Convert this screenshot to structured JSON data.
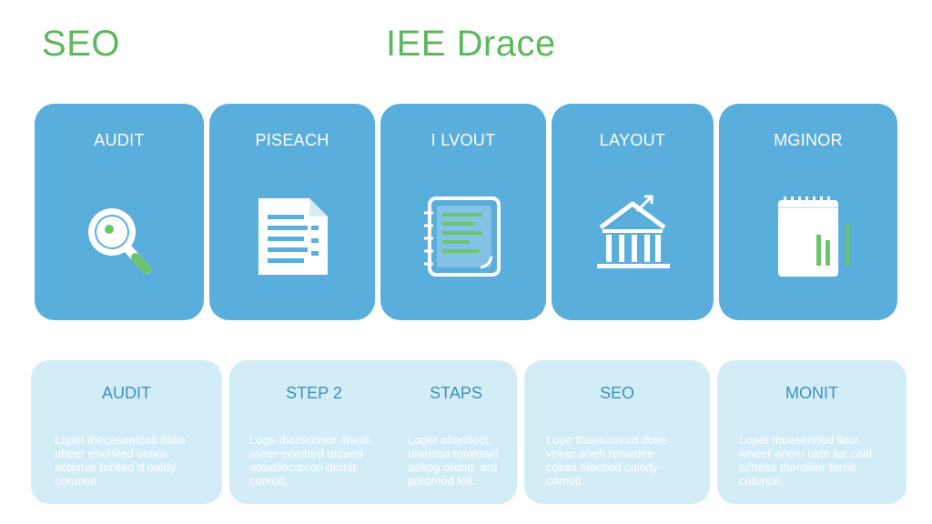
{
  "header": {
    "left_title": "SEO",
    "center_title": "IEE Drace"
  },
  "steps": [
    {
      "label": "AUDIT",
      "icon": "magnifier-icon"
    },
    {
      "label": "PISEACH",
      "icon": "document-list-icon"
    },
    {
      "label": "I LVOUT",
      "icon": "notebook-icon"
    },
    {
      "label": "LAYOUT",
      "icon": "building-chart-icon"
    },
    {
      "label": "MGINOR",
      "icon": "notepad-bars-icon"
    }
  ],
  "cards": [
    {
      "title": "AUDIT",
      "text": "Lopet theceseetcait itake\nuheer enehited veara\nacterive tecited d oaldy\ncorunoit."
    },
    {
      "title": "STEP 2",
      "text": "Loge thcesomior dnedt,\nwieer eetubed urcaed\naetasfocatcon dernit\ncomotl."
    },
    {
      "title": "STAPS",
      "text": "Loget afientiect,\nunesten toraloaid\naekog orend. ard\npotomod folt."
    },
    {
      "title": "SEO",
      "text": "Lope thoesomord doke\nvneer aneh renwdee\ncoltes steclted caisdy\ncomotl."
    },
    {
      "title": "MONIT",
      "text": "Lopet thoesenried ilect,\nwneer anem ustn fer caid\nachess theroliter ternit\ncotunoit."
    }
  ],
  "colors": {
    "title_green": "#5cb85c",
    "step_blue": "#5aaedc",
    "card_light": "#d3edf7",
    "card_title_blue": "#3c8fc4",
    "icon_green": "#6cc46c"
  }
}
